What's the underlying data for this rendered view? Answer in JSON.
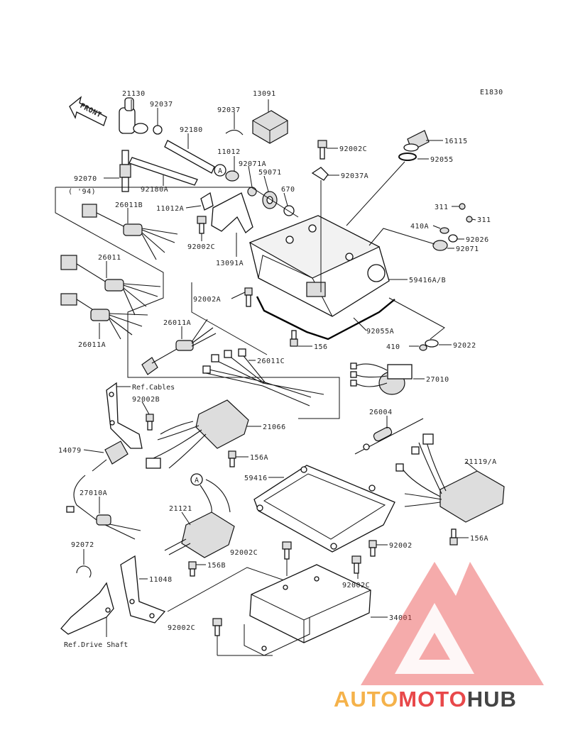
{
  "diagram_code": "E1830",
  "front_label": "FRONT",
  "parts": [
    {
      "id": "p21130",
      "label": "21130"
    },
    {
      "id": "p92037a",
      "label": "92037"
    },
    {
      "id": "p13091",
      "label": "13091"
    },
    {
      "id": "p92037b",
      "label": "92037"
    },
    {
      "id": "p92180",
      "label": "92180"
    },
    {
      "id": "p11012",
      "label": "11012"
    },
    {
      "id": "p92071A",
      "label": "92071A"
    },
    {
      "id": "p92070",
      "label": "92070"
    },
    {
      "id": "p94",
      "label": "( '94)"
    },
    {
      "id": "p92180A",
      "label": "92180A"
    },
    {
      "id": "p59071",
      "label": "59071"
    },
    {
      "id": "p670",
      "label": "670"
    },
    {
      "id": "p92002C_top",
      "label": "92002C"
    },
    {
      "id": "p92037A",
      "label": "92037A"
    },
    {
      "id": "p16115",
      "label": "16115"
    },
    {
      "id": "p92055",
      "label": "92055"
    },
    {
      "id": "p26011B",
      "label": "26011B"
    },
    {
      "id": "p11012A",
      "label": "11012A"
    },
    {
      "id": "p311a",
      "label": "311"
    },
    {
      "id": "p311b",
      "label": "311"
    },
    {
      "id": "p410A",
      "label": "410A"
    },
    {
      "id": "p92026",
      "label": "92026"
    },
    {
      "id": "p92002C_l",
      "label": "92002C"
    },
    {
      "id": "p92071",
      "label": "92071"
    },
    {
      "id": "p13091A",
      "label": "13091A"
    },
    {
      "id": "p26011",
      "label": "26011"
    },
    {
      "id": "p59416AB",
      "label": "59416A/B"
    },
    {
      "id": "p92002A",
      "label": "92002A"
    },
    {
      "id": "p26011A_a",
      "label": "26011A"
    },
    {
      "id": "p92055A",
      "label": "92055A"
    },
    {
      "id": "p26011A_b",
      "label": "26011A"
    },
    {
      "id": "p156",
      "label": "156"
    },
    {
      "id": "p410",
      "label": "410"
    },
    {
      "id": "p92022",
      "label": "92022"
    },
    {
      "id": "p26011C",
      "label": "26011C"
    },
    {
      "id": "p27010",
      "label": "27010"
    },
    {
      "id": "p92002B",
      "label": "92002B"
    },
    {
      "id": "p21066",
      "label": "21066"
    },
    {
      "id": "p26004",
      "label": "26004"
    },
    {
      "id": "p14079",
      "label": "14079"
    },
    {
      "id": "p156A_a",
      "label": "156A"
    },
    {
      "id": "p21119A",
      "label": "21119/A"
    },
    {
      "id": "p59416",
      "label": "59416"
    },
    {
      "id": "p27010A",
      "label": "27010A"
    },
    {
      "id": "p21121",
      "label": "21121"
    },
    {
      "id": "p156A_b",
      "label": "156A"
    },
    {
      "id": "p92072",
      "label": "92072"
    },
    {
      "id": "p92002C_m",
      "label": "92002C"
    },
    {
      "id": "p92002",
      "label": "92002"
    },
    {
      "id": "p156B",
      "label": "156B"
    },
    {
      "id": "p11048",
      "label": "11048"
    },
    {
      "id": "p92002C_r",
      "label": "92002C"
    },
    {
      "id": "p34001",
      "label": "34001"
    },
    {
      "id": "p92002C_b",
      "label": "92002C"
    }
  ],
  "references": {
    "cables": "Ref.Cables",
    "drive_shaft": "Ref.Drive Shaft",
    "marker_a": "A"
  },
  "watermark": {
    "text_auto": "AUTO",
    "text_moto": "MOTO",
    "text_hub": "HUB",
    "color_auto": "#f5b24a",
    "color_moto": "#e8484a",
    "color_hub": "#444444",
    "logo_color": "#ea4b4b"
  }
}
